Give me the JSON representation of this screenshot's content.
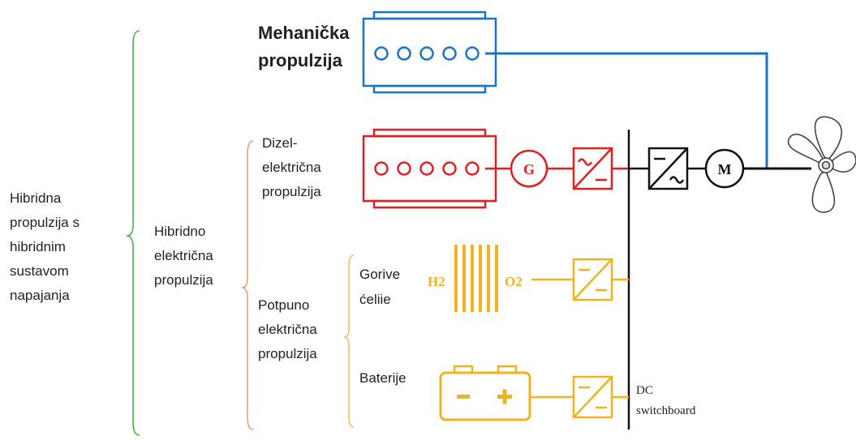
{
  "labels": {
    "hybrid_power": [
      "Hibridna",
      "propulzija s",
      "hibridnim",
      "sustavom",
      "napajanja"
    ],
    "hybrid_electric": [
      "Hibridno",
      "električna",
      "propulzija"
    ],
    "mechanical": [
      "Mehanička",
      "propulzija"
    ],
    "diesel_electric": [
      "Dizel-",
      "električna",
      "propulzija"
    ],
    "full_electric": [
      "Potpuno",
      "električna",
      "propulzija"
    ],
    "fuel_cells": [
      "Gorive",
      "ćeliie"
    ],
    "batteries": "Baterije",
    "h2": "H2",
    "o2": "O2",
    "generator": "G",
    "motor": "M",
    "dc_switchboard": [
      "DC",
      "switchboard"
    ],
    "battery_minus": "-",
    "battery_plus": "+"
  },
  "colors": {
    "mechanical": "#1a73c6",
    "diesel": "#e02020",
    "fuel_cell": "#f0b21e",
    "battery": "#f0b21e",
    "bracket_outer": "#4caf50",
    "bracket_inner": "#f0a070",
    "bracket_small": "#f0c060",
    "bus": "#111111"
  },
  "icons": {
    "engine": "diesel-engine-icon",
    "generator": "generator-icon",
    "converter": "power-converter-icon",
    "motor": "electric-motor-icon",
    "propeller": "propeller-icon",
    "fuel_cell": "fuel-cell-stack-icon",
    "battery": "battery-icon"
  }
}
